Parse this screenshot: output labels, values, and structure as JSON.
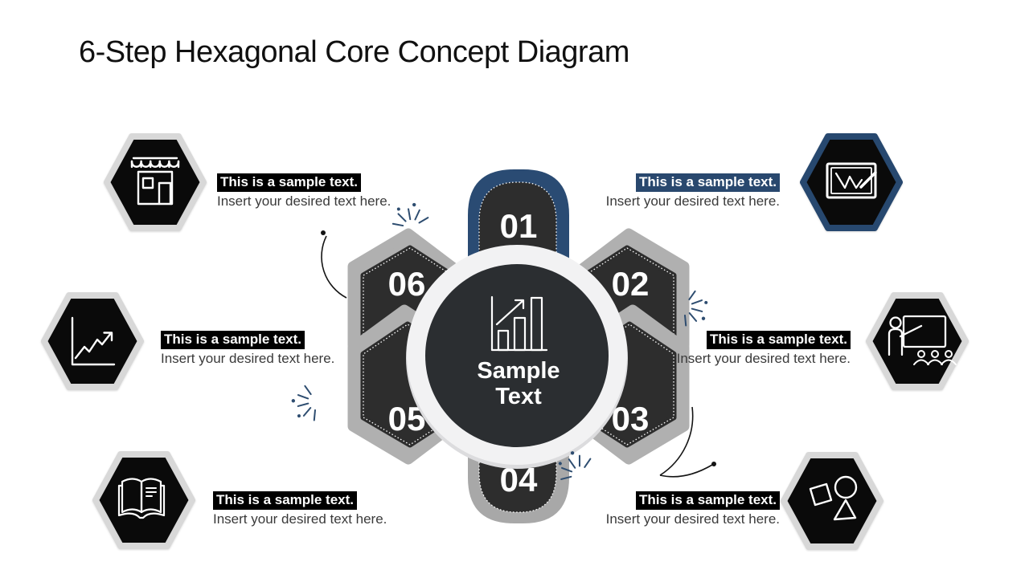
{
  "title": "6-Step Hexagonal Core Concept Diagram",
  "center": {
    "line1": "Sample",
    "line2": "Text",
    "icon": "growth-bar-chart-icon"
  },
  "steps": [
    {
      "number": "01"
    },
    {
      "number": "02"
    },
    {
      "number": "03"
    },
    {
      "number": "04"
    },
    {
      "number": "05"
    },
    {
      "number": "06"
    }
  ],
  "labels": {
    "top_left": {
      "heading": "This is a sample text.",
      "body": "Insert your desired text here."
    },
    "top_right": {
      "heading": "This is a sample text.",
      "body": "Insert your desired text here."
    },
    "mid_left": {
      "heading": "This is a sample text.",
      "body": "Insert your desired text here."
    },
    "mid_right": {
      "heading": "This is a sample text.",
      "body": "Insert your desired text here."
    },
    "bottom_left": {
      "heading": "This is a sample text.",
      "body": "Insert your desired text here."
    },
    "bottom_right": {
      "heading": "This is a sample text.",
      "body": "Insert your desired text here."
    }
  },
  "badges": [
    {
      "icon": "storefront-icon"
    },
    {
      "icon": "screen-sketch-icon"
    },
    {
      "icon": "line-chart-icon"
    },
    {
      "icon": "presentation-trainer-icon"
    },
    {
      "icon": "open-book-icon"
    },
    {
      "icon": "geometric-shapes-icon"
    }
  ],
  "colors": {
    "accent_navy": "#2a4b73",
    "silver": "#b0b0b0",
    "charcoal": "#2d2d2d",
    "core_dark": "#2b2e31",
    "highlight_black": "#000000",
    "highlight_navy": "#29486e",
    "body_text": "#3a3a3a"
  }
}
